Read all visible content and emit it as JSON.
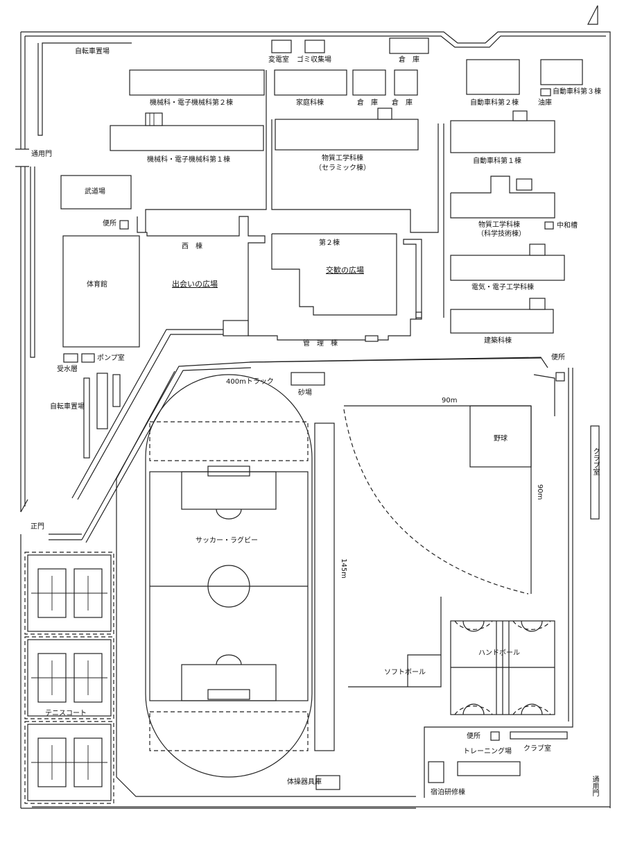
{
  "labels": {
    "bicycle_top": "自転車置場",
    "henden": "変電室",
    "gomi": "ゴミ収集場",
    "souko_top": "倉　庫",
    "kikai2": "機械科・電子機械科第２棟",
    "katei": "家庭科棟",
    "souko_mid": "倉　庫　　倉　庫",
    "jidousha3": "自動車科第３棟",
    "jidousha2": "自動車科第２棟",
    "yuko": "油庫",
    "tsuyomon_w": "通用門",
    "kikai1": "機械科・電子機械科第１棟",
    "busshitsu": "物質工学科棟",
    "ceramic": "（セラミック棟）",
    "jidousha1": "自動車科第１棟",
    "budojo": "武道場",
    "benjo1": "便所",
    "nishi": "西　棟",
    "dai2": "第２棟",
    "kankan": "交歓の広場",
    "busshitsu_kagaku": "物質工学科棟",
    "kagaku": "（科学技術棟）",
    "chuwa": "中和槽",
    "taiikukan": "体育館",
    "deai": "出会いの広場",
    "denki": "電気・電子工学科棟",
    "kenchiku": "建築科棟",
    "kanri": "管　理　棟",
    "pump": "ポンプ室",
    "jusuiso": "受水層",
    "benjo2": "便所",
    "track": "400mトラック",
    "sunaba": "砂場",
    "bicycle_bottom": "自転車置場",
    "m90_top": "90m",
    "yakyu": "野球",
    "m90_side": "90m",
    "club_right": "クラブ室",
    "seimon": "正門",
    "soccer": "サッカー・ラグビー",
    "m145": "145m",
    "handball": "ハンドボール",
    "softball": "ソフトボール",
    "tennis": "テニスコート",
    "benjo3": "便所",
    "training": "トレーニング場",
    "club_bottom": "クラブ室",
    "taisou": "体操器具庫",
    "shukuhaku": "宿泊研修棟",
    "tsuyomon_se": "通用門"
  },
  "map_symbols": {
    "north": "north-arrow-icon",
    "toilet": "toilet-square-icon",
    "stairs": "stairs-icon"
  }
}
